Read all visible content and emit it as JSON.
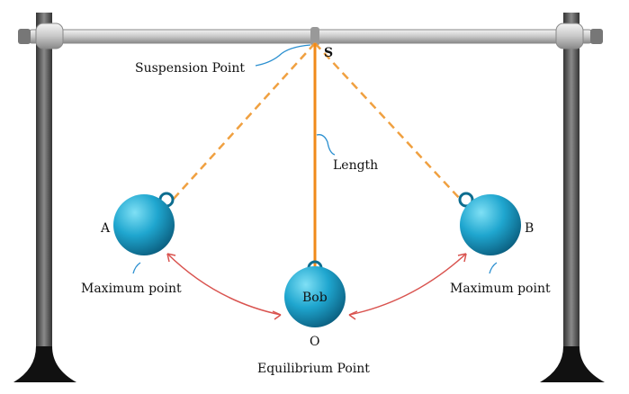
{
  "labels": {
    "suspension_letter": "S",
    "suspension_point": "Suspension Point",
    "length": "Length",
    "left_letter": "A",
    "right_letter": "B",
    "left_max": "Maximum point",
    "right_max": "Maximum point",
    "bob": "Bob",
    "bottom_letter": "O",
    "equilibrium": "Equilibrium Point"
  },
  "colors": {
    "rope": "#f08a1a",
    "arc": "#d9534f",
    "bob": "#1a9cc4",
    "stand": "#555555"
  }
}
